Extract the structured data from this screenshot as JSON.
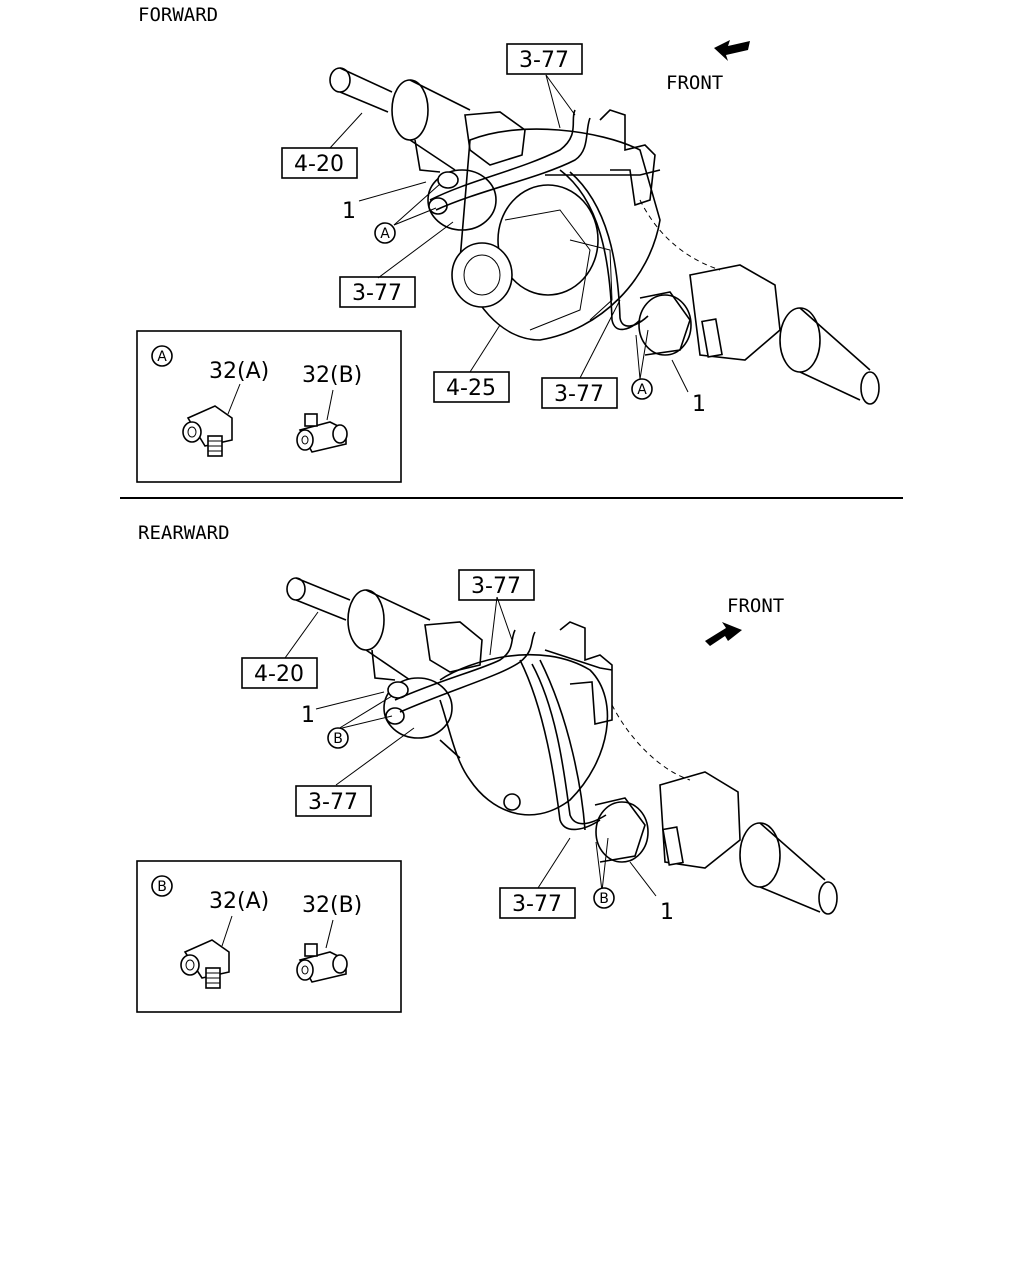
{
  "forward": {
    "title": "FORWARD",
    "front_label": "FRONT",
    "refs": {
      "r_3_77_top": "3-77",
      "r_4_20": "4-20",
      "r_3_77_mid": "3-77",
      "r_4_25": "4-25",
      "r_3_77_low": "3-77"
    },
    "callouts": {
      "part1_left": "1",
      "part1_right": "1",
      "detail_left": "A",
      "detail_right": "A"
    },
    "detail": {
      "marker": "A",
      "part_a": "32(A)",
      "part_b": "32(B)"
    }
  },
  "rearward": {
    "title": "REARWARD",
    "front_label": "FRONT",
    "refs": {
      "r_3_77_top": "3-77",
      "r_4_20": "4-20",
      "r_3_77_mid": "3-77",
      "r_3_77_low": "3-77"
    },
    "callouts": {
      "part1_left": "1",
      "part1_right": "1",
      "detail_left": "B",
      "detail_right": "B"
    },
    "detail": {
      "marker": "B",
      "part_a": "32(A)",
      "part_b": "32(B)"
    }
  }
}
